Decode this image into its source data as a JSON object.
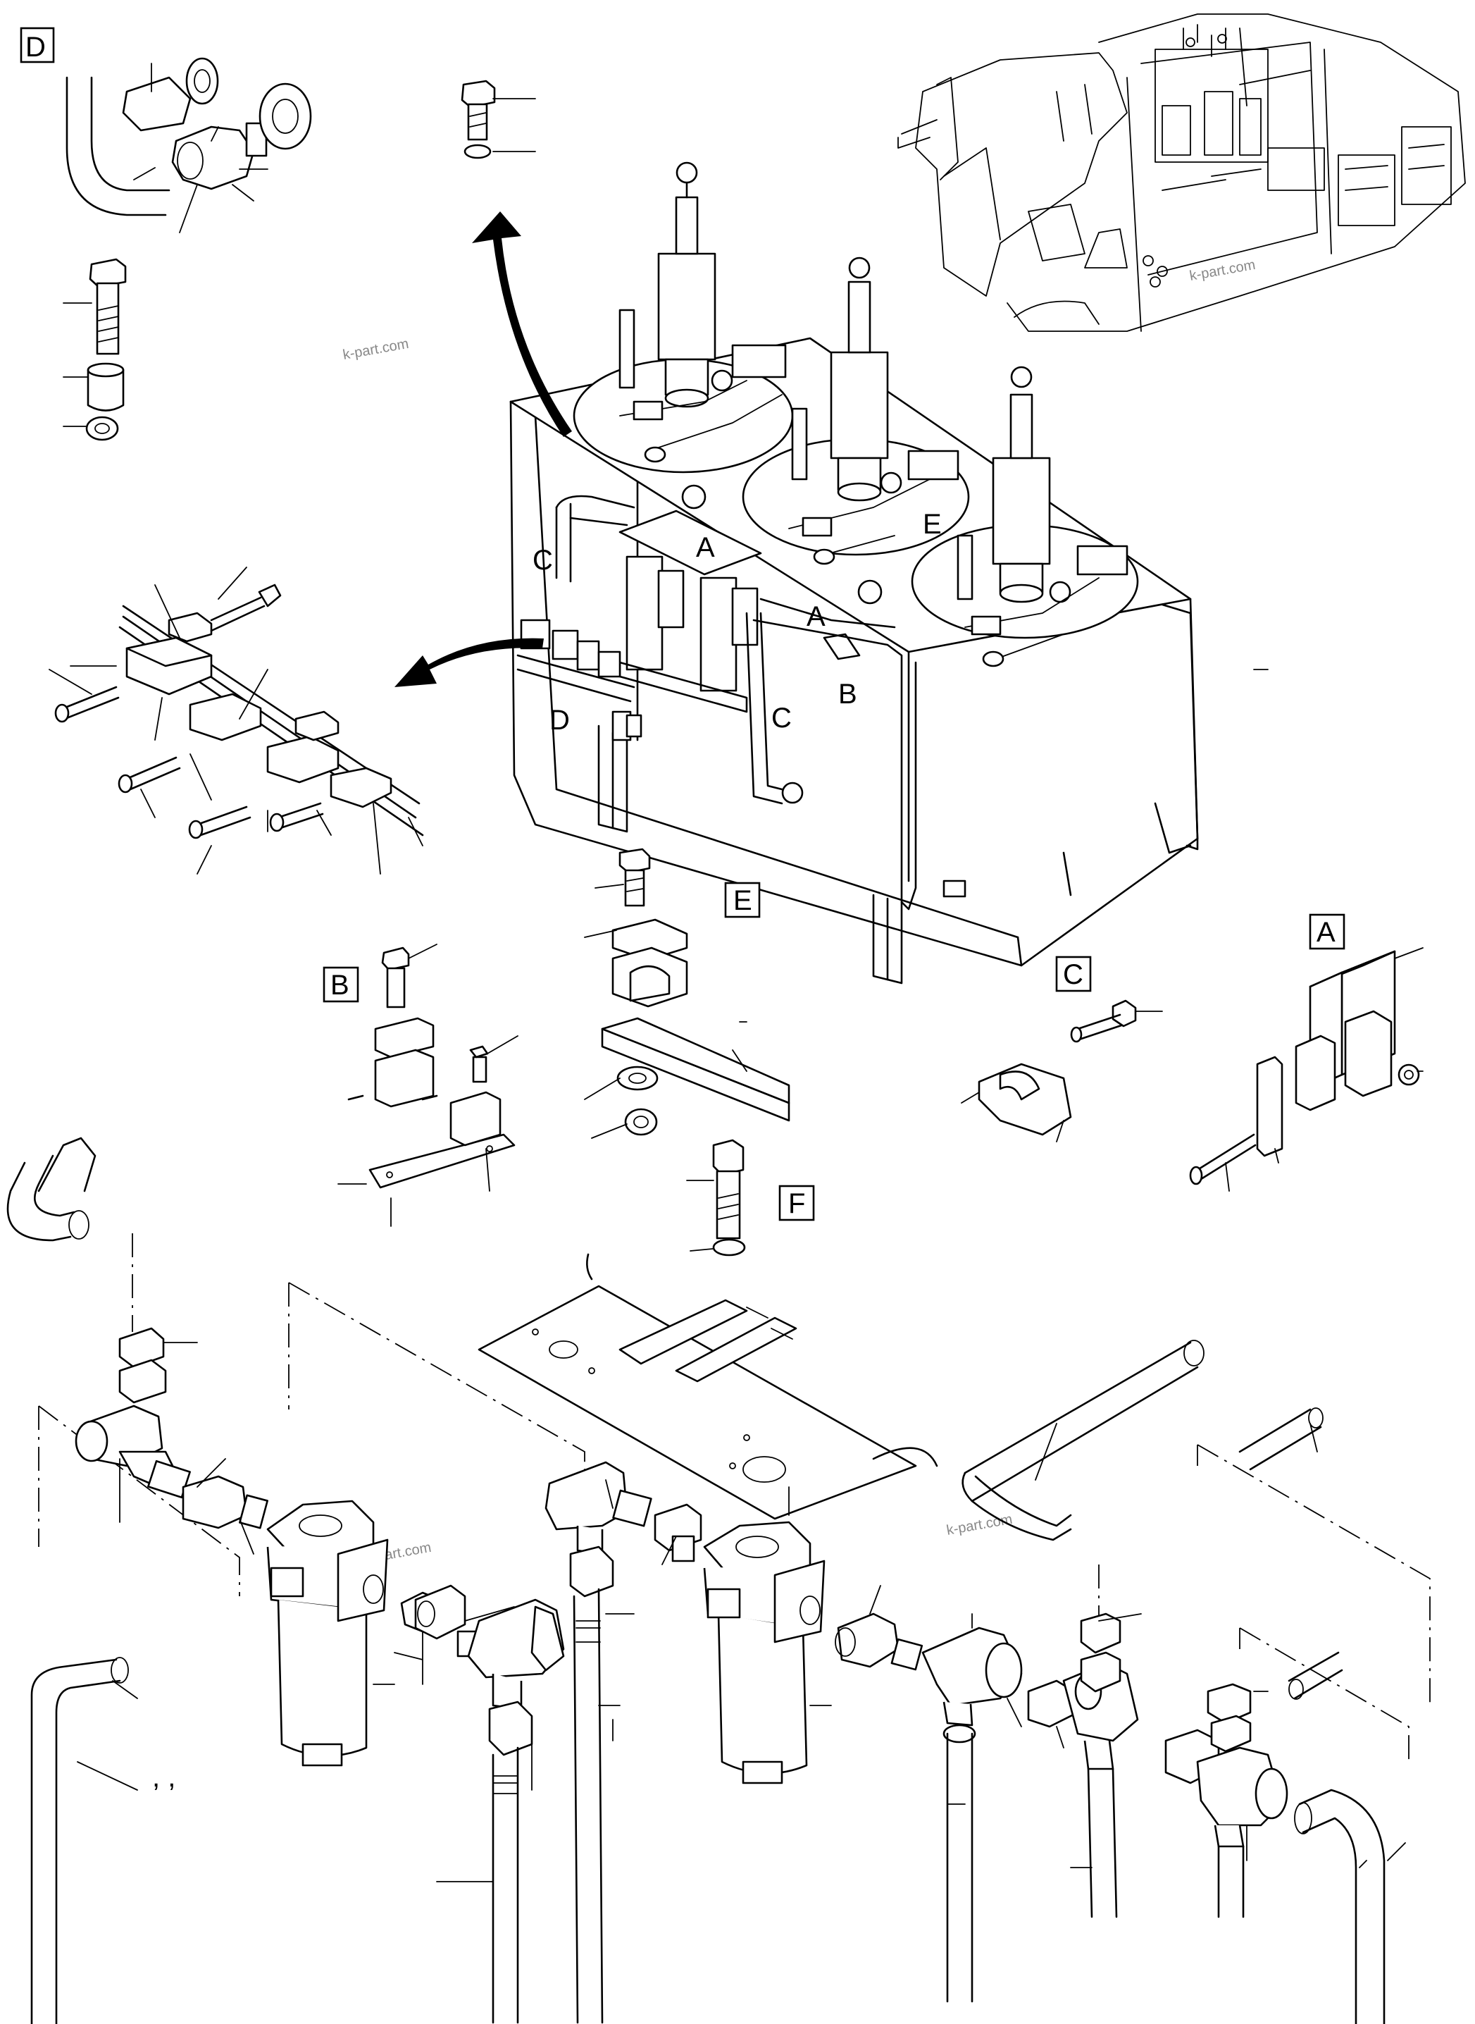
{
  "detail_labels": {
    "D": "D",
    "E": "E",
    "B": "B",
    "F": "F",
    "C": "C",
    "A": "A"
  },
  "callouts": {
    "c_left": "C",
    "a_top": "A",
    "e_right": "E",
    "a_mid": "A",
    "b_mid": "B",
    "c_mid": "C",
    "d_mid": "D"
  },
  "watermarks": [
    "k-part.com",
    "k-part.com",
    "k-part.com",
    "k-part.com"
  ],
  "footnote_marks": ", ,"
}
